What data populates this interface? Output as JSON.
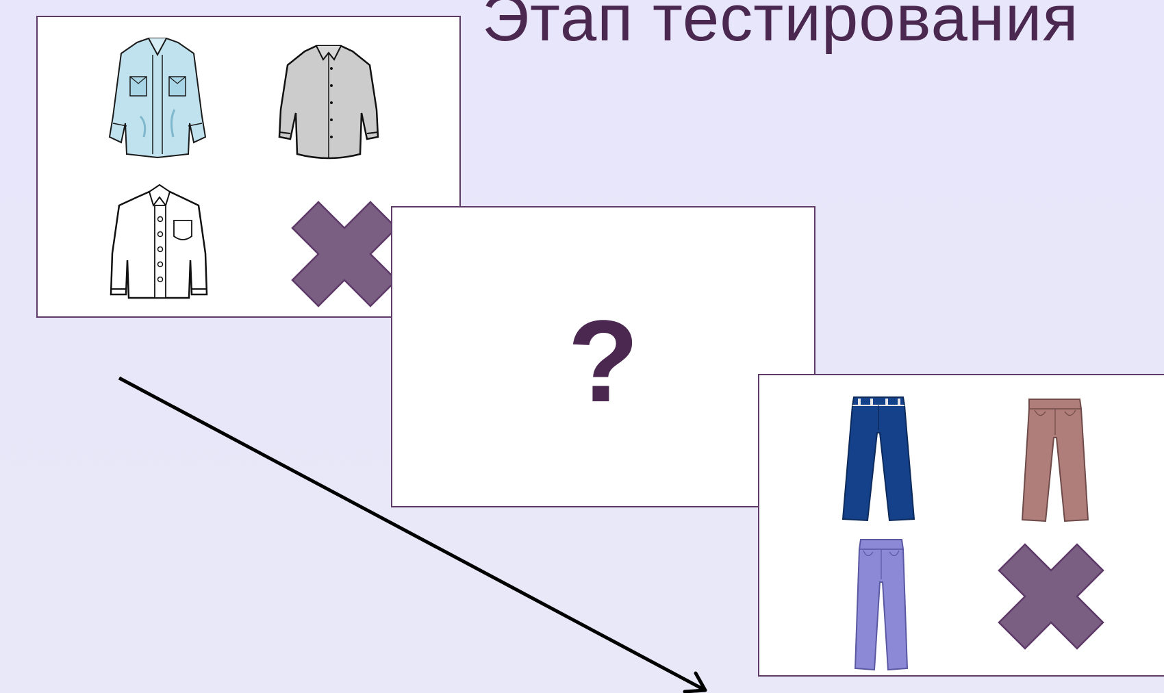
{
  "slide": {
    "title": "Этап тестирования"
  },
  "cards": {
    "shirts": {
      "items": [
        "denim-jacket",
        "gray-shirt",
        "white-shirt",
        "cross-mark"
      ]
    },
    "question": {
      "symbol": "?"
    },
    "pants": {
      "items": [
        "blue-jeans",
        "brown-trousers",
        "lavender-trousers",
        "cross-mark"
      ]
    }
  },
  "colors": {
    "background": "#e8e6fa",
    "title": "#4a2850",
    "card_border": "#5e3a68",
    "cross_fill": "#7b5f82",
    "cross_stroke": "#5e3a68"
  },
  "icons": [
    "denim-jacket-icon",
    "gray-shirt-icon",
    "white-shirt-icon",
    "cross-icon",
    "question-icon",
    "blue-jeans-icon",
    "brown-trousers-icon",
    "lavender-trousers-icon",
    "arrow-icon"
  ]
}
